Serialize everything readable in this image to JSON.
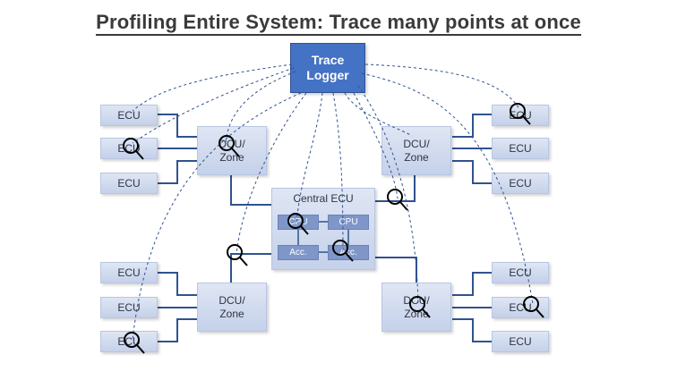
{
  "title": "Profiling Entire System: Trace many points at once",
  "trace_logger": {
    "line1": "Trace",
    "line2": "Logger"
  },
  "central": {
    "label": "Central ECU",
    "cpu1": "CPU",
    "cpu2": "CPU",
    "acc1": "Acc.",
    "acc2": "Acc."
  },
  "dcu": {
    "line1": "DCU/",
    "line2": "Zone"
  },
  "ecu_label": "ECU",
  "colors": {
    "accent": "#4472c4",
    "box_fill": "#c5d1ea",
    "connector": "#2f528f",
    "probe": "#000000"
  },
  "icons": {
    "probe": "magnifier-icon"
  }
}
